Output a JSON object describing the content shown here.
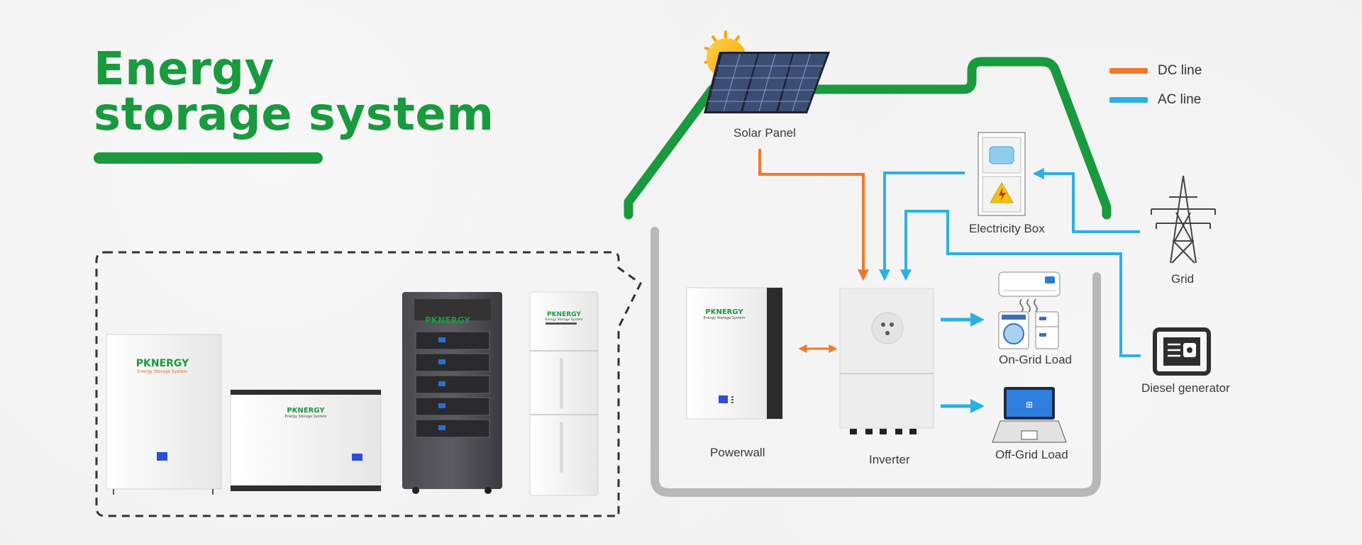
{
  "header": {
    "title_line1": "Energy",
    "title_line2": "storage system"
  },
  "legend": [
    {
      "label": "DC line",
      "color": "#f0782d"
    },
    {
      "label": "AC line",
      "color": "#2bb0e4"
    }
  ],
  "colors": {
    "brand_green": "#1a9a3e",
    "house_outline": "#1a9a3e",
    "dc_line": "#f0782d",
    "ac_line": "#2bb0e4",
    "frame_gray": "#b8b8b8"
  },
  "components": {
    "solar_panel": "Solar Panel",
    "electricity_box": "Electricity Box",
    "grid": "Grid",
    "on_grid_load": "On-Grid Load",
    "diesel_generator": "Diesel generator",
    "powerwall": "Powerwall",
    "inverter": "Inverter",
    "off_grid_load": "Off-Grid Load"
  },
  "brand": {
    "logo_text": "PKNERGY",
    "tagline": "Energy Storage System"
  },
  "icons": [
    "sun-icon",
    "solar-panel-icon",
    "electricity-box-icon",
    "warning-icon",
    "transmission-tower-icon",
    "air-conditioner-icon",
    "washing-machine-icon",
    "refrigerator-icon",
    "diesel-generator-icon",
    "laptop-icon",
    "battery-icon",
    "inverter-icon"
  ]
}
